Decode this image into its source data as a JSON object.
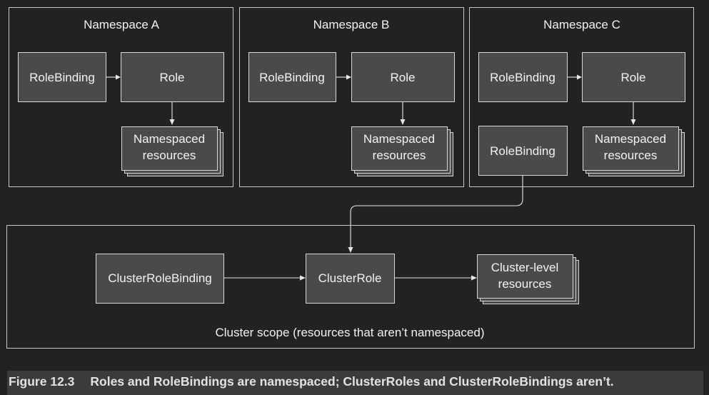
{
  "namespaces": [
    {
      "title": "Namespace A",
      "rolebinding": "RoleBinding",
      "role": "Role",
      "resources": [
        "Namespaced",
        "resources"
      ]
    },
    {
      "title": "Namespace B",
      "rolebinding": "RoleBinding",
      "role": "Role",
      "resources": [
        "Namespaced",
        "resources"
      ]
    },
    {
      "title": "Namespace C",
      "rolebinding": "RoleBinding",
      "role": "Role",
      "resources": [
        "Namespaced",
        "resources"
      ],
      "extra_rolebinding": "RoleBinding"
    }
  ],
  "cluster": {
    "binding": "ClusterRoleBinding",
    "role": "ClusterRole",
    "resources": [
      "Cluster-level",
      "resources"
    ],
    "scope_label": "Cluster scope (resources that aren’t namespaced)"
  },
  "caption": {
    "number": "Figure 12.3",
    "text": "Roles and RoleBindings are namespaced; ClusterRoles and ClusterRoleBindings aren’t."
  }
}
